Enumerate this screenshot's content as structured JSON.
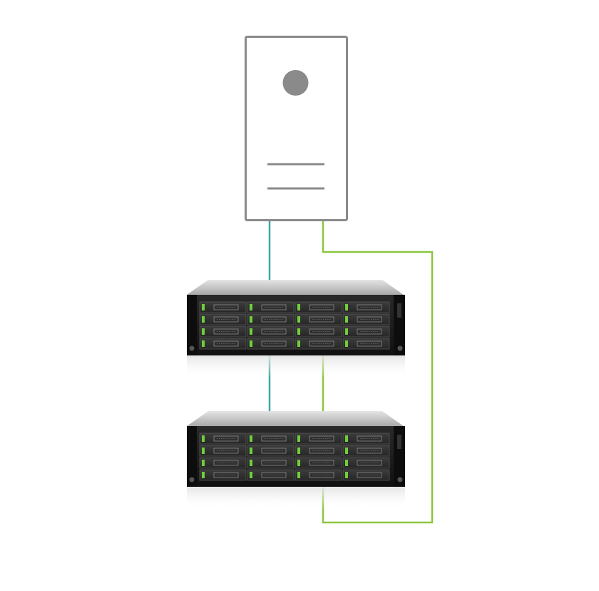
{
  "diagram": {
    "nodes": [
      {
        "id": "host",
        "kind": "tower-server",
        "icon": "tower-server-icon"
      },
      {
        "id": "enclosure-1",
        "kind": "rack-storage-enclosure",
        "bays": 16,
        "icon": "rack-enclosure-icon"
      },
      {
        "id": "enclosure-2",
        "kind": "rack-storage-enclosure",
        "bays": 16,
        "icon": "rack-enclosure-icon"
      }
    ],
    "links": [
      {
        "id": "path-a-host-to-enclosure-1",
        "from": "host",
        "to": "enclosure-1",
        "color": "#3aa8a0"
      },
      {
        "id": "path-a-enclosure-1-to-enclosure-2",
        "from": "enclosure-1",
        "to": "enclosure-2",
        "color": "#3aa8a0"
      },
      {
        "id": "path-b-host-to-enclosure-2",
        "from": "host",
        "to": "enclosure-2",
        "color": "#8cc63f"
      },
      {
        "id": "path-b-enclosure-1-to-enclosure-2",
        "from": "enclosure-1",
        "to": "enclosure-2",
        "color": "#8cc63f"
      }
    ],
    "colors": {
      "server_outline": "#8a8a8a",
      "server_fill": "#ffffff",
      "power_dot": "#8a8a8a",
      "chassis_top": "#bcbcbc",
      "chassis_front": "#1c1c1c",
      "drive_tray": "#2f2f2f",
      "drive_led": "#6fcf3a",
      "reflection": "#eeeeee"
    }
  }
}
